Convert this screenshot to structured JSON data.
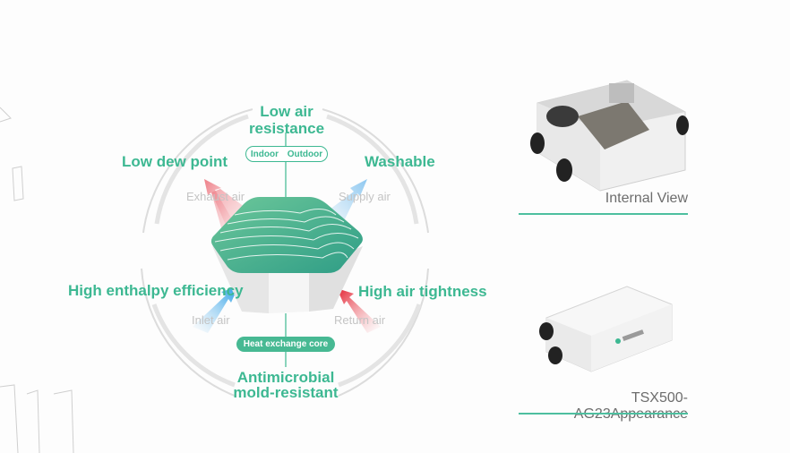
{
  "diagram": {
    "features": {
      "top": [
        "Low air",
        "resistance"
      ],
      "top_left": "Low dew point",
      "top_right": "Washable",
      "left": "High enthalpy efficiency",
      "right": "High air tightness",
      "bottom": [
        "Antimicrobial",
        "mold-resistant"
      ]
    },
    "airflows": {
      "exhaust": "Exhaust air",
      "supply": "Supply air",
      "inlet": "Inlet air",
      "return": "Return air"
    },
    "indoor_label": "Indoor",
    "outdoor_label": "Outdoor",
    "core_label": "Heat exchange core",
    "accent_color": "#3db892"
  },
  "products": [
    {
      "caption": "Internal View"
    },
    {
      "caption": "TSX500-AG23Appearance"
    }
  ]
}
